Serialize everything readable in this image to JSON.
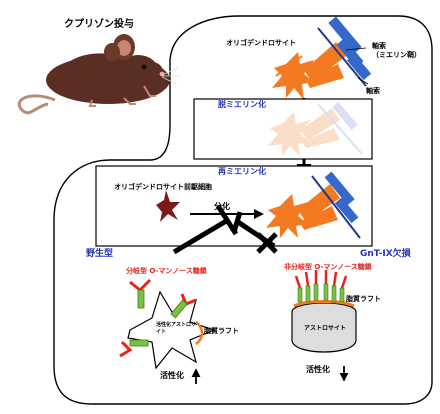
{
  "title": "クプリゾン投与",
  "labels": {
    "oligodendrocyte": "オリゴデンドロサイト",
    "axon_sheath": "軸索\n（ミエリン鞘）",
    "axon": "軸索",
    "demyelination": "脱ミエリン化",
    "remyelination": "再ミエリン化",
    "opc": "オリゴデンドロサイト前駆細胞",
    "differentiation": "分化",
    "wild_type": "野生型",
    "gnt_ix_ko": "GnT-IX欠損",
    "branched_o_mannose": "分岐型 O-マンノース糖鎖",
    "unbranched_o_mannose": "非分岐型 O-マンノース糖鎖",
    "reactive_astrocyte": "活性化アストロサイト",
    "lipid_raft_left": "脂質ラフト",
    "lipid_raft_right": "脂質ラフト",
    "astrocyte": "アストロサイト",
    "activation_left": "活性化",
    "activation_right": "活性化"
  },
  "colors": {
    "red_text": "#e8231c",
    "blue_text": "#2233bb",
    "oligo_orange": "#f47a22",
    "axon_blue": "#3568c8",
    "mouse_brown": "#5a2e22",
    "opc_red": "#7a1a1a"
  },
  "icons": {
    "mouse": "mouse-icon",
    "arrows": "arrow-down-icon",
    "inhibit": "inhibit-icon",
    "cross": "cross-icon"
  }
}
